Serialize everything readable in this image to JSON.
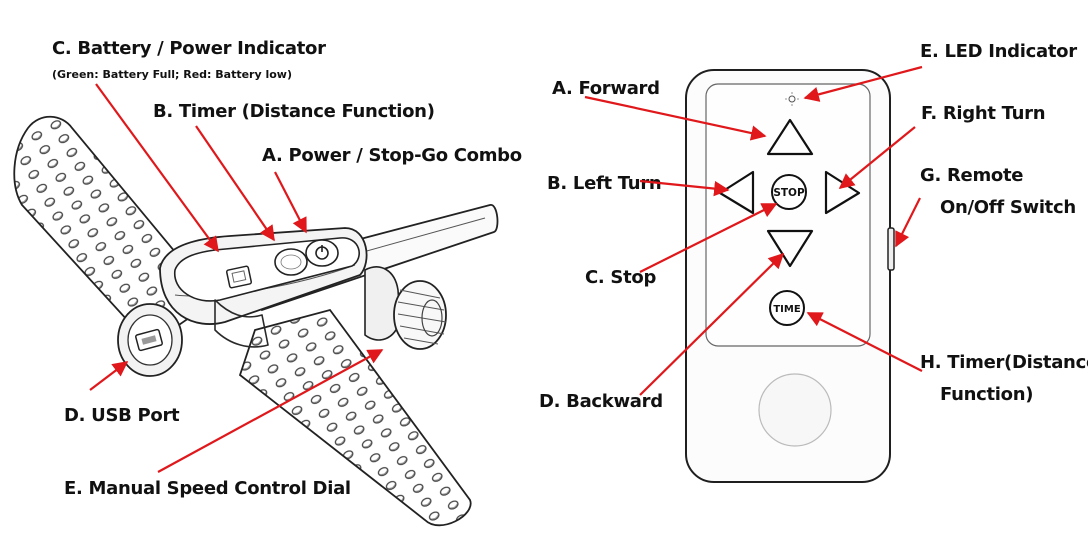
{
  "left_labels": {
    "battery_indicator": "C. Battery / Power Indicator",
    "battery_indicator_note": "(Green: Battery Full; Red: Battery low)",
    "timer": "B. Timer (Distance Function)",
    "power_combo": "A. Power / Stop-Go Combo",
    "usb_port": "D. USB Port",
    "speed_dial": "E. Manual Speed Control Dial"
  },
  "right_labels": {
    "forward": "A. Forward",
    "left_turn": "B. Left Turn",
    "stop": "C. Stop",
    "backward": "D. Backward",
    "led": "E. LED Indicator",
    "right_turn": "F. Right Turn",
    "remote_switch_line1": "G. Remote",
    "remote_switch_line2": "On/Off Switch",
    "timer_line1": "H. Timer(Distance",
    "timer_line2": "Function)"
  },
  "remote_buttons": {
    "stop": "STOP",
    "time": "TIME"
  },
  "colors": {
    "arrow": "#e0181b",
    "ink": "#111111"
  }
}
